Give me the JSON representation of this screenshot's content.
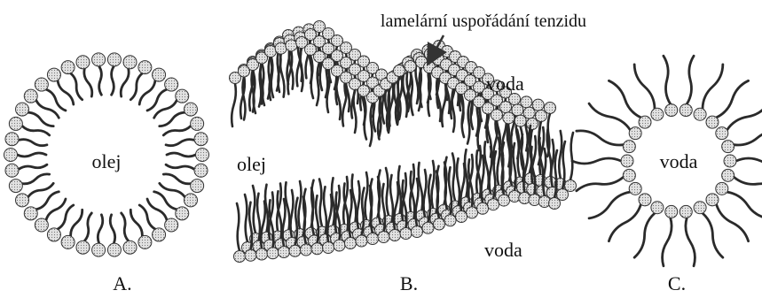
{
  "panels": [
    {
      "id": "A",
      "caption": "A.",
      "inner_label": "olej"
    },
    {
      "id": "B",
      "caption": "B.",
      "label_oil": "olej",
      "label_water_top": "voda",
      "label_water_bottom": "voda",
      "annotation": "lamelární uspořádání tenzidu"
    },
    {
      "id": "C",
      "caption": "C.",
      "inner_label": "voda"
    }
  ],
  "colors": {
    "head_fill": "#d6d6d6",
    "head_stroke": "#333333",
    "tail": "#2a2a2a",
    "text": "#111111"
  }
}
